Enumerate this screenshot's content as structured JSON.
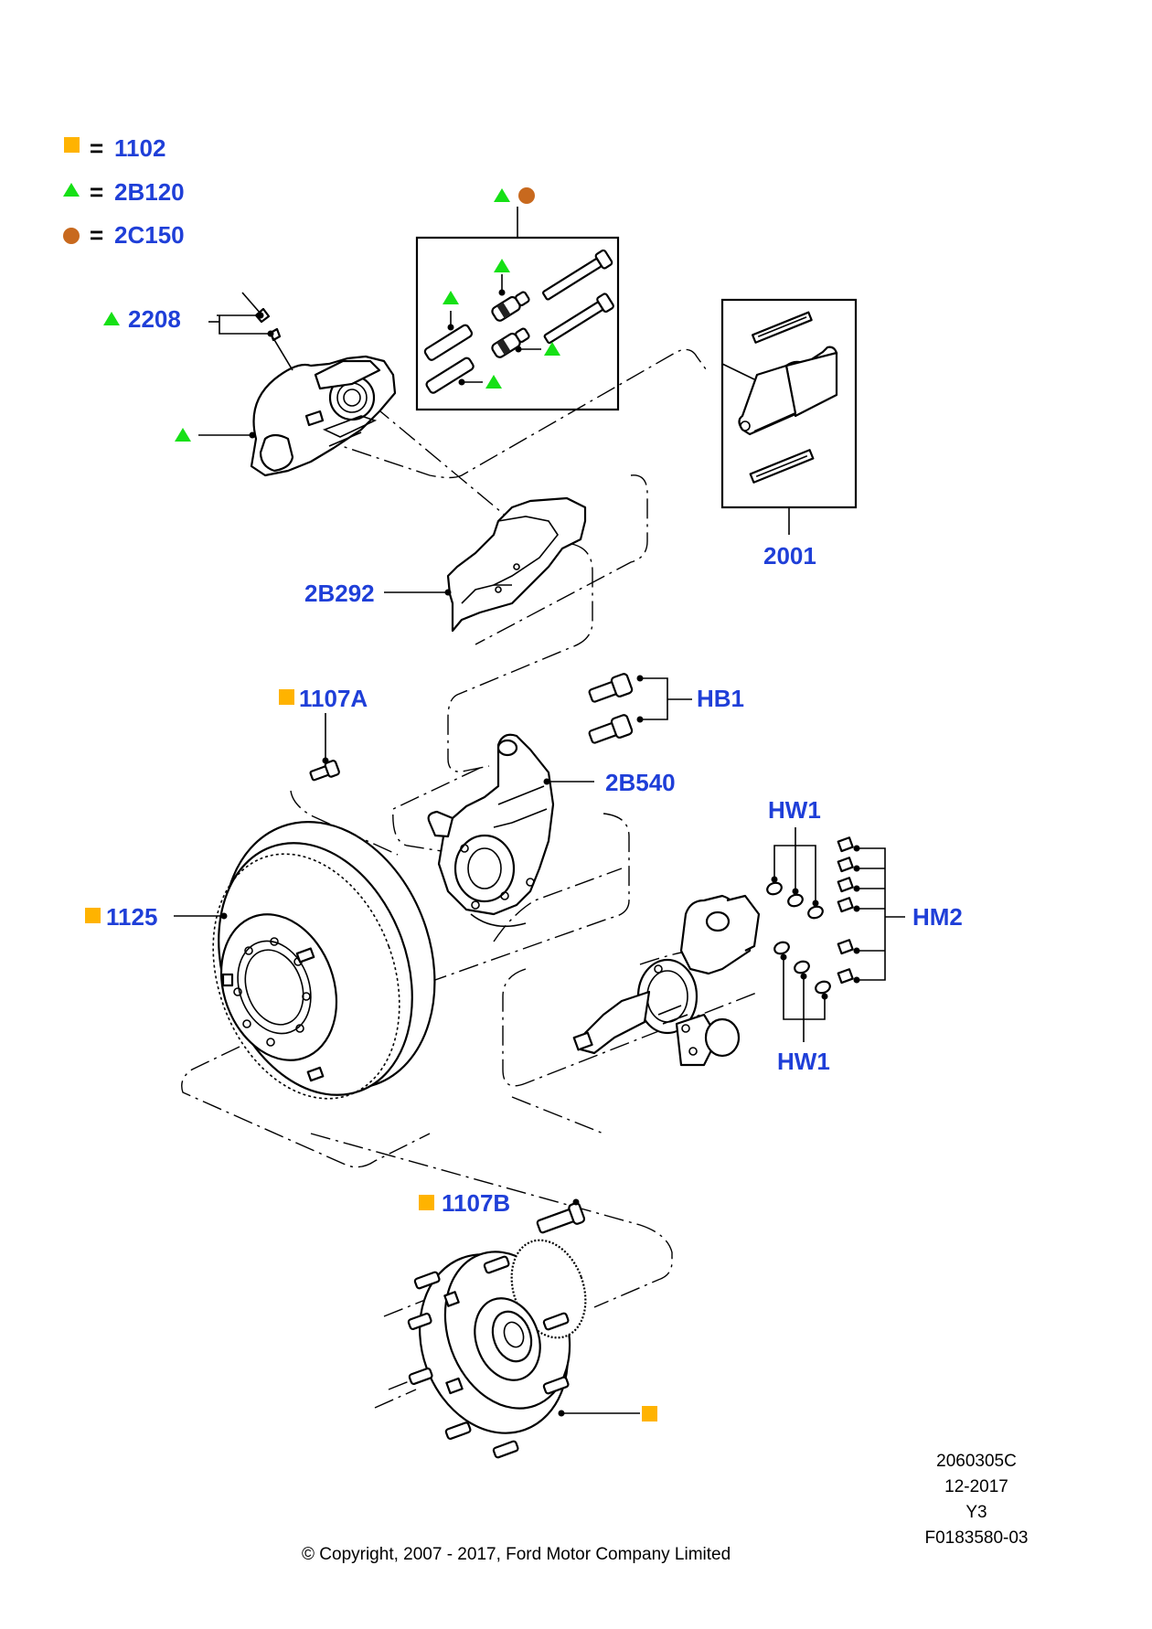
{
  "legend": [
    {
      "shape": "square",
      "color": "#FFB300",
      "equals": "=",
      "code": "1102"
    },
    {
      "shape": "triangle",
      "color": "#16E016",
      "equals": "=",
      "code": "2B120"
    },
    {
      "shape": "circle",
      "color": "#C8691E",
      "equals": "=",
      "code": "2C150"
    }
  ],
  "labels": {
    "caliper_bleeder": "2208",
    "pad_kit": "2001",
    "anti_rattle_shield": "2B292",
    "caliper_bracket": "2B540",
    "hardware_bolts": "HB1",
    "knuckle_washers_top": "HW1",
    "knuckle_washers_bottom": "HW1",
    "knuckle_nuts": "HM2",
    "screw_a": "1107A",
    "rotor": "1125",
    "stud_b": "1107B"
  },
  "colors": {
    "label": "#1f3fd8",
    "square": "#FFB300",
    "triangle": "#16E016",
    "circle": "#C8691E"
  },
  "footer": {
    "copyright": "© Copyright, 2007 - 2017, Ford Motor Company Limited",
    "code1": "2060305C",
    "date": "12-2017",
    "code2": "Y3",
    "code3": "F0183580-03"
  }
}
